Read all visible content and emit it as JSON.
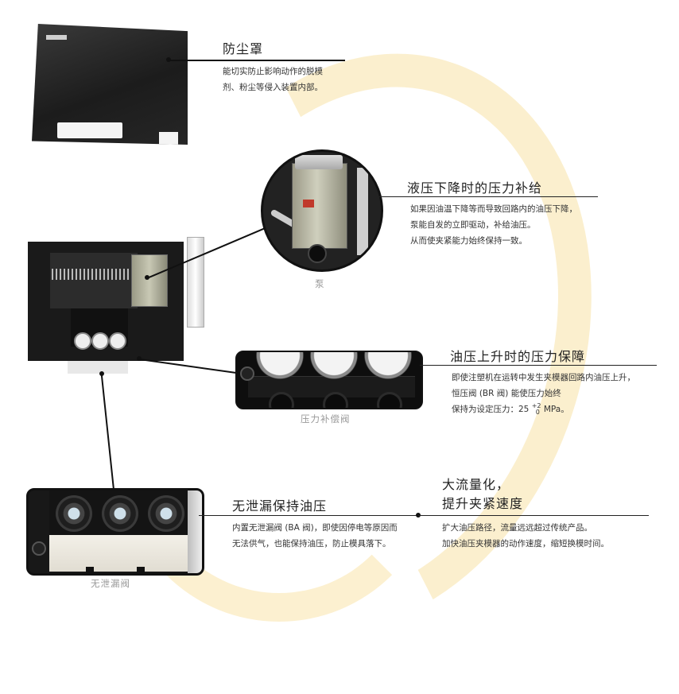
{
  "sections": {
    "dust_cover": {
      "title": "防尘罩",
      "desc_lines": [
        "能切实防止影响动作的脱模",
        "剂、粉尘等侵入装置内部。"
      ]
    },
    "pressure_supply": {
      "title": "液压下降时的压力补给",
      "desc_lines": [
        "如果因油温下降等而导致回路内的油压下降，",
        "泵能自发的立即驱动，补给油压。",
        "从而使夹紧能力始终保持一致。"
      ],
      "caption": "泵"
    },
    "pressure_hold": {
      "title": "油压上升时的压力保障",
      "desc_lines": [
        "即使注塑机在运转中发生夹模器回路内油压上升，",
        "恒压阀 (BR 阀) 能使压力始终"
      ],
      "formula_prefix": "保持为设定压力：25 ",
      "formula_sup": "+2",
      "formula_sub": "0",
      "formula_suffix": " MPa。",
      "caption": "压力补偿阀"
    },
    "no_leak": {
      "title": "无泄漏保持油压",
      "desc_lines": [
        "内置无泄漏阀 (BA 阀)，即使因停电等原因而",
        "无法供气，也能保持油压，防止模具落下。"
      ],
      "caption": "无泄漏阀"
    },
    "flow": {
      "title_lines": [
        "大流量化，",
        "提升夹紧速度"
      ],
      "desc_lines": [
        "扩大油压路径，流量远远超过传统产品。",
        "加快油压夹模器的动作速度，缩短换模时间。"
      ]
    }
  }
}
